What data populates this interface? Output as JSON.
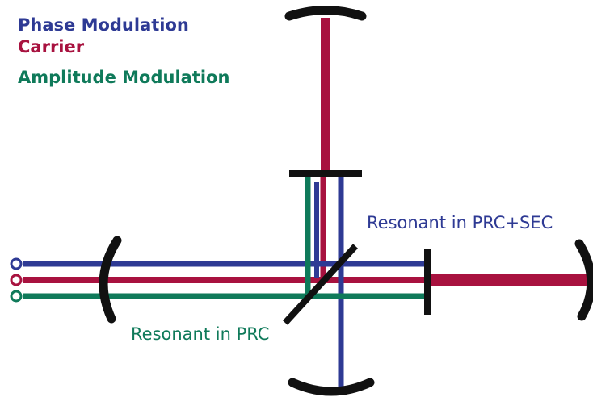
{
  "colors": {
    "phase_modulation": "#2e3a94",
    "carrier": "#a8123f",
    "amplitude_modulation": "#0f7a5a",
    "optics": "#111111"
  },
  "legend": {
    "phase_modulation": "Phase Modulation",
    "carrier": "Carrier",
    "amplitude_modulation": "Amplitude Modulation"
  },
  "labels": {
    "resonant_prc_sec": "Resonant in PRC+SEC",
    "resonant_prc": "Resonant in PRC"
  }
}
